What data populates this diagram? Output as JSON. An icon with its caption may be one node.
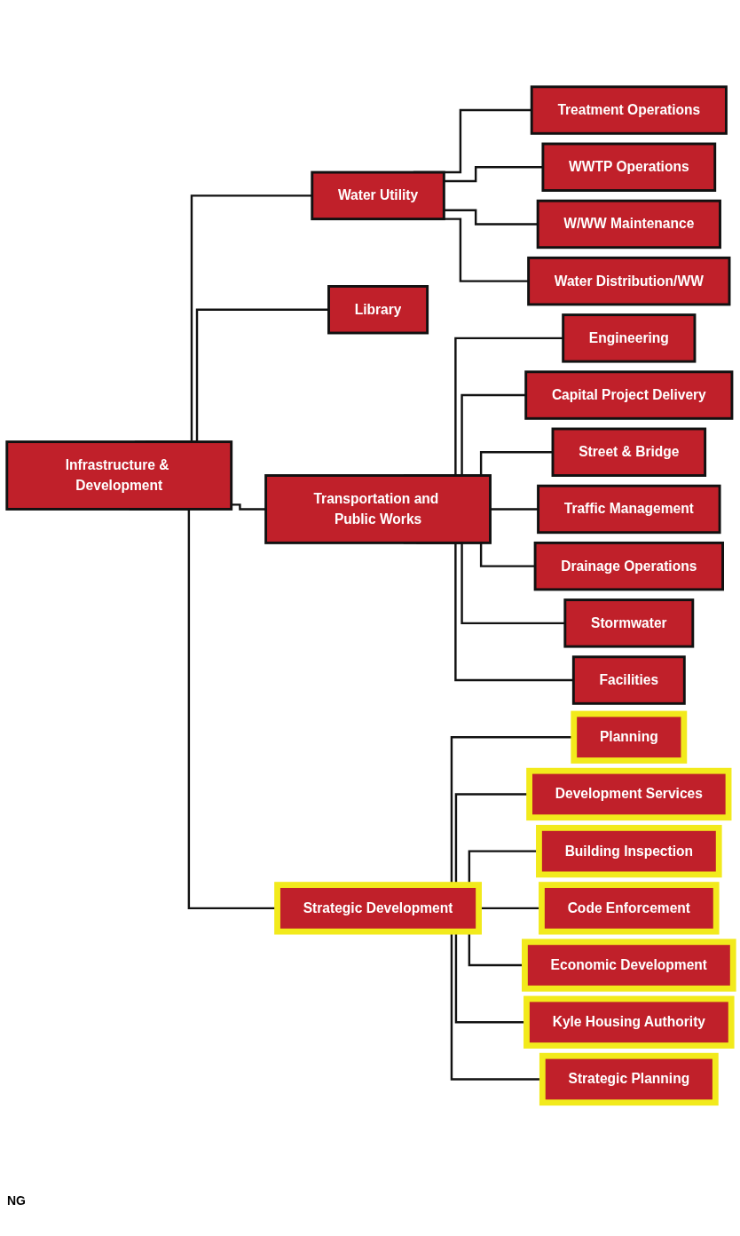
{
  "diagram": {
    "nodes": [
      {
        "text": [
          "Infrastructure & Development"
        ]
      },
      {
        "text": [
          "Water Utility"
        ]
      },
      {
        "text": [
          "Library"
        ]
      },
      {
        "text": [
          "Transportation and Public Works"
        ]
      },
      {
        "text": [
          "Strategic Development"
        ]
      },
      {
        "text": [
          "Treatment Operations"
        ]
      },
      {
        "text": [
          "WWTP Operations"
        ]
      },
      {
        "text": [
          "W/WW Maintenance"
        ]
      },
      {
        "text": [
          "Water Distribution/WW"
        ]
      },
      {
        "text": [
          "Engineering"
        ]
      },
      {
        "text": [
          "Capital Project Delivery"
        ]
      },
      {
        "text": [
          "Street & Bridge"
        ]
      },
      {
        "text": [
          "Traffic Management"
        ]
      },
      {
        "text": [
          "Drainage Operations"
        ]
      },
      {
        "text": [
          "Stormwater"
        ]
      },
      {
        "text": [
          "Facilities"
        ]
      },
      {
        "text": [
          "Planning"
        ]
      },
      {
        "text": [
          "Development Services"
        ]
      },
      {
        "text": [
          "Building Inspection"
        ]
      },
      {
        "text": [
          "Code Enforcement"
        ]
      },
      {
        "text": [
          "Economic Development"
        ]
      },
      {
        "text": [
          "Kyle Housing Authority"
        ]
      },
      {
        "text": [
          "Strategic Planning"
        ]
      }
    ],
    "edges": [
      {
        "from": 0,
        "to": 1,
        "arrow": "none"
      },
      {
        "from": 0,
        "to": 2,
        "arrow": "none"
      },
      {
        "from": 0,
        "to": 3,
        "arrow": "none"
      },
      {
        "from": 0,
        "to": 4,
        "arrow": "none"
      },
      {
        "from": 1,
        "to": 5,
        "arrow": "none"
      },
      {
        "from": 1,
        "to": 6,
        "arrow": "none"
      },
      {
        "from": 1,
        "to": 7,
        "arrow": "none"
      },
      {
        "from": 1,
        "to": 8,
        "arrow": "none"
      },
      {
        "from": 3,
        "to": 9,
        "arrow": "none"
      },
      {
        "from": 3,
        "to": 10,
        "arrow": "none"
      },
      {
        "from": 3,
        "to": 11,
        "arrow": "none"
      },
      {
        "from": 3,
        "to": 12,
        "arrow": "none"
      },
      {
        "from": 3,
        "to": 13,
        "arrow": "none"
      },
      {
        "from": 3,
        "to": 14,
        "arrow": "none"
      },
      {
        "from": 3,
        "to": 15,
        "arrow": "none"
      },
      {
        "from": 4,
        "to": 16,
        "arrow": "none"
      },
      {
        "from": 4,
        "to": 17,
        "arrow": "none"
      },
      {
        "from": 4,
        "to": 18,
        "arrow": "none"
      },
      {
        "from": 4,
        "to": 19,
        "arrow": "none"
      },
      {
        "from": 4,
        "to": 20,
        "arrow": "none"
      },
      {
        "from": 4,
        "to": 21,
        "arrow": "none"
      },
      {
        "from": 4,
        "to": 22,
        "arrow": "none"
      }
    ],
    "labels": [
      "NG"
    ]
  }
}
